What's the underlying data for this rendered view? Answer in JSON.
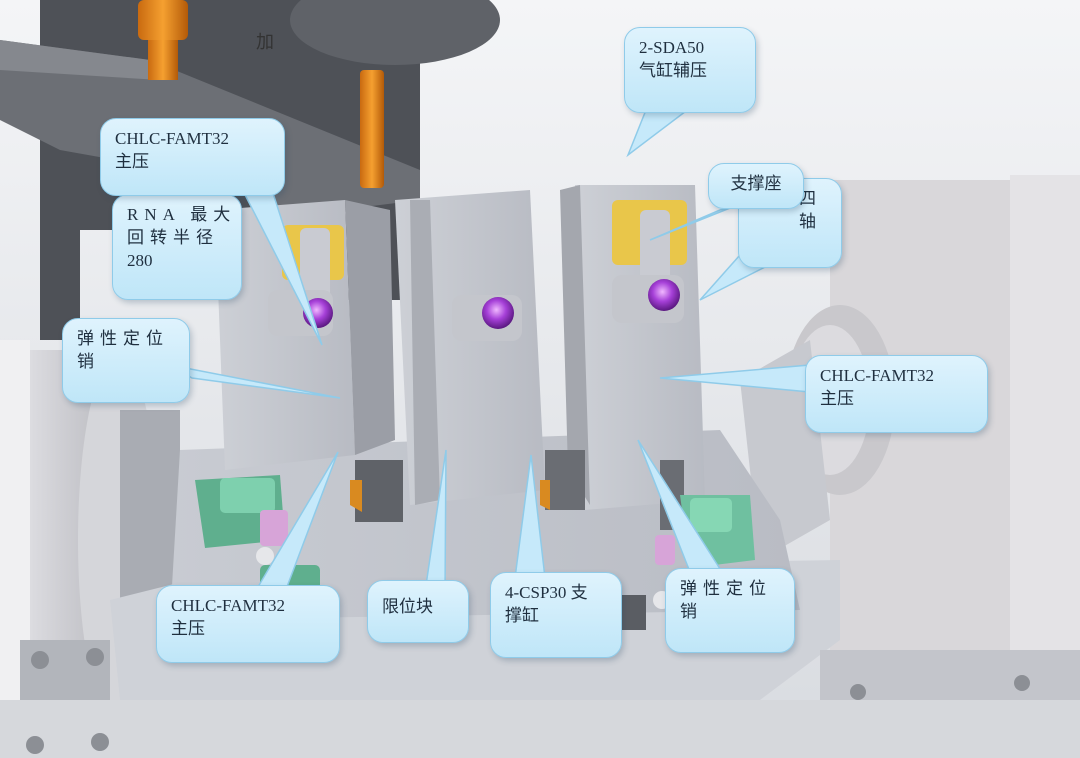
{
  "diagram": {
    "callouts": [
      {
        "id": "top-right",
        "lines": [
          "2-SDA50",
          "气缸辅压"
        ]
      },
      {
        "id": "main-press-left",
        "lines": [
          "CHLC-FAMT32",
          "主压"
        ]
      },
      {
        "id": "rna",
        "lines": [
          "RNA 最大",
          "回转半径",
          "280"
        ]
      },
      {
        "id": "support-seat",
        "lines": [
          "支撑座"
        ]
      },
      {
        "id": "fourth-axis",
        "lines": [
          "四",
          "轴"
        ]
      },
      {
        "id": "elastic-pin-left",
        "lines": [
          "弹性定位",
          "销"
        ]
      },
      {
        "id": "main-press-right",
        "lines": [
          "CHLC-FAMT32",
          "主压"
        ]
      },
      {
        "id": "main-press-bottom",
        "lines": [
          "CHLC-FAMT32",
          "主压"
        ]
      },
      {
        "id": "limit-block",
        "lines": [
          "限位块"
        ]
      },
      {
        "id": "support-cylinder",
        "lines": [
          "4-CSP30 支",
          "撑缸"
        ]
      },
      {
        "id": "elastic-pin-right",
        "lines": [
          "弹性定位",
          "销"
        ]
      }
    ],
    "stamp_text": "加"
  }
}
